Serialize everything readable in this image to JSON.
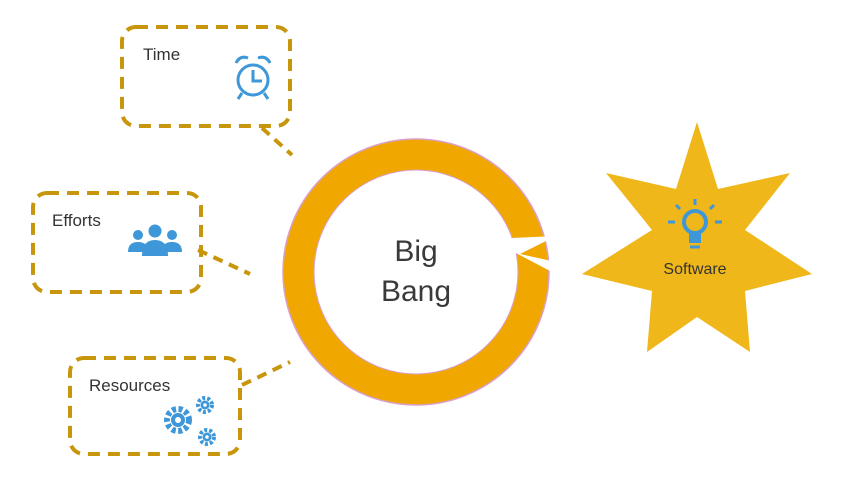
{
  "center": {
    "line1": "Big",
    "line2": "Bang"
  },
  "callouts": {
    "time": {
      "label": "Time",
      "icon": "alarm-clock-icon"
    },
    "efforts": {
      "label": "Efforts",
      "icon": "people-group-icon"
    },
    "resources": {
      "label": "Resources",
      "icon": "gears-icon"
    }
  },
  "output": {
    "label": "Software",
    "icon": "lightbulb-icon"
  },
  "colors": {
    "ring": "#F0A800",
    "ring_outline": "#D9A0C8",
    "callout_border": "#C8960C",
    "icon_blue": "#3D97D8",
    "star": "#F0B71A"
  }
}
